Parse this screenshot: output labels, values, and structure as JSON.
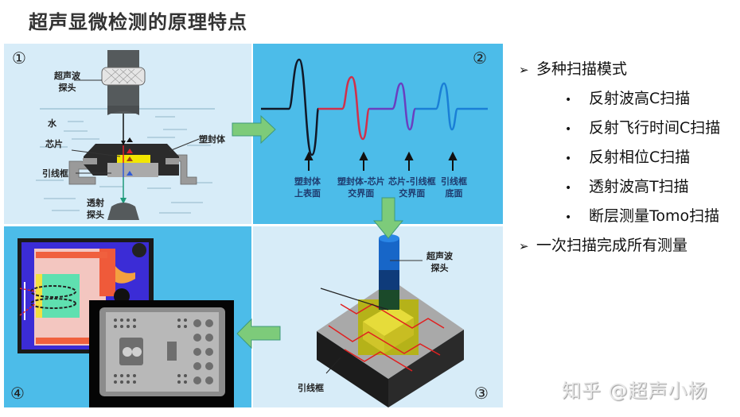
{
  "title": "超声显微检测的原理特点",
  "panels": {
    "p1": {
      "number": "①",
      "labels": {
        "probe": [
          "超声波",
          "探头"
        ],
        "water": "水",
        "chip": "芯片",
        "mold": "塑封体",
        "leadframe": "引线框",
        "trans_probe": [
          "透射",
          "探头"
        ]
      }
    },
    "p2": {
      "number": "②",
      "interfaces": [
        {
          "line1": "塑封体",
          "line2": "上表面",
          "color": "#111827"
        },
        {
          "line1": "塑封体-芯片",
          "line2": "交界面",
          "color": "#d1304a"
        },
        {
          "line1": "芯片-引线框",
          "line2": "交界面",
          "color": "#6a3fc0"
        },
        {
          "line1": "引线框",
          "line2": "底面",
          "color": "#1a7fd6"
        }
      ]
    },
    "p3": {
      "number": "③",
      "labels": {
        "probe": [
          "超声波",
          "探头"
        ],
        "leadframe": "引线框"
      }
    },
    "p4": {
      "number": "④"
    }
  },
  "features": {
    "heading1": "多种扫描模式",
    "modes": [
      "反射波高C扫描",
      "反射飞行时间C扫描",
      "反射相位C扫描",
      "透射波高T扫描",
      "断层测量Tomo扫描"
    ],
    "heading2": "一次扫描完成所有测量",
    "arrow_glyph": "➢",
    "bullet_glyph": "•"
  },
  "watermark": "知乎 @超声小杨",
  "colors": {
    "light_panel": "#d7ecf8",
    "blue_panel": "#4cbce9",
    "arrow_green": "#7dcb7a",
    "chip_yellow": "#f2e600"
  }
}
